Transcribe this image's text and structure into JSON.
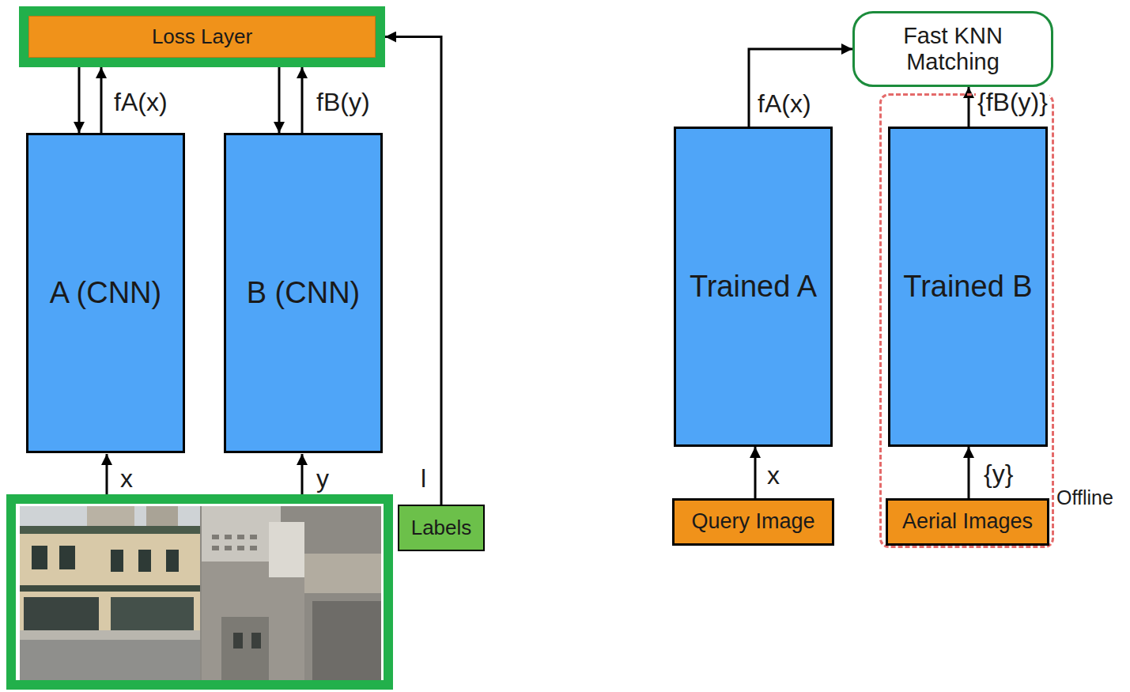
{
  "diagram": {
    "nodes": [
      {
        "text": [
          "Loss Layer"
        ]
      },
      {
        "text": [
          "A (CNN)"
        ]
      },
      {
        "text": [
          "B (CNN)"
        ]
      },
      {
        "text": [
          "Labels"
        ]
      },
      {
        "text": [
          "Fast KNN Matching"
        ]
      },
      {
        "text": [
          "Trained A"
        ]
      },
      {
        "text": [
          "Offline"
        ]
      },
      {
        "text": [
          "Trained B"
        ],
        "in": 6
      },
      {
        "text": [
          "Query Image"
        ]
      },
      {
        "text": [
          "Aerial Images"
        ],
        "in": 6
      }
    ],
    "edges": [
      {
        "from": 0,
        "to": 1,
        "arrow": "to"
      },
      {
        "from": 1,
        "to": 0,
        "label": "fA(x)",
        "arrow": "to"
      },
      {
        "from": 0,
        "to": 2,
        "arrow": "to"
      },
      {
        "from": 2,
        "to": 0,
        "label": "fB(y)",
        "arrow": "to"
      },
      {
        "from": 3,
        "to": 0,
        "label": "l",
        "arrow": "to"
      },
      {
        "from": 8,
        "to": 5,
        "label": "x",
        "arrow": "to"
      },
      {
        "from": 5,
        "to": 4,
        "label": "fA(x)",
        "arrow": "to"
      },
      {
        "from": 9,
        "to": 7,
        "label": "{y}",
        "arrow": "to"
      },
      {
        "from": 7,
        "to": 4,
        "label": "{fB(y)}",
        "arrow": "to"
      }
    ],
    "labels": [
      "x",
      "y"
    ]
  }
}
